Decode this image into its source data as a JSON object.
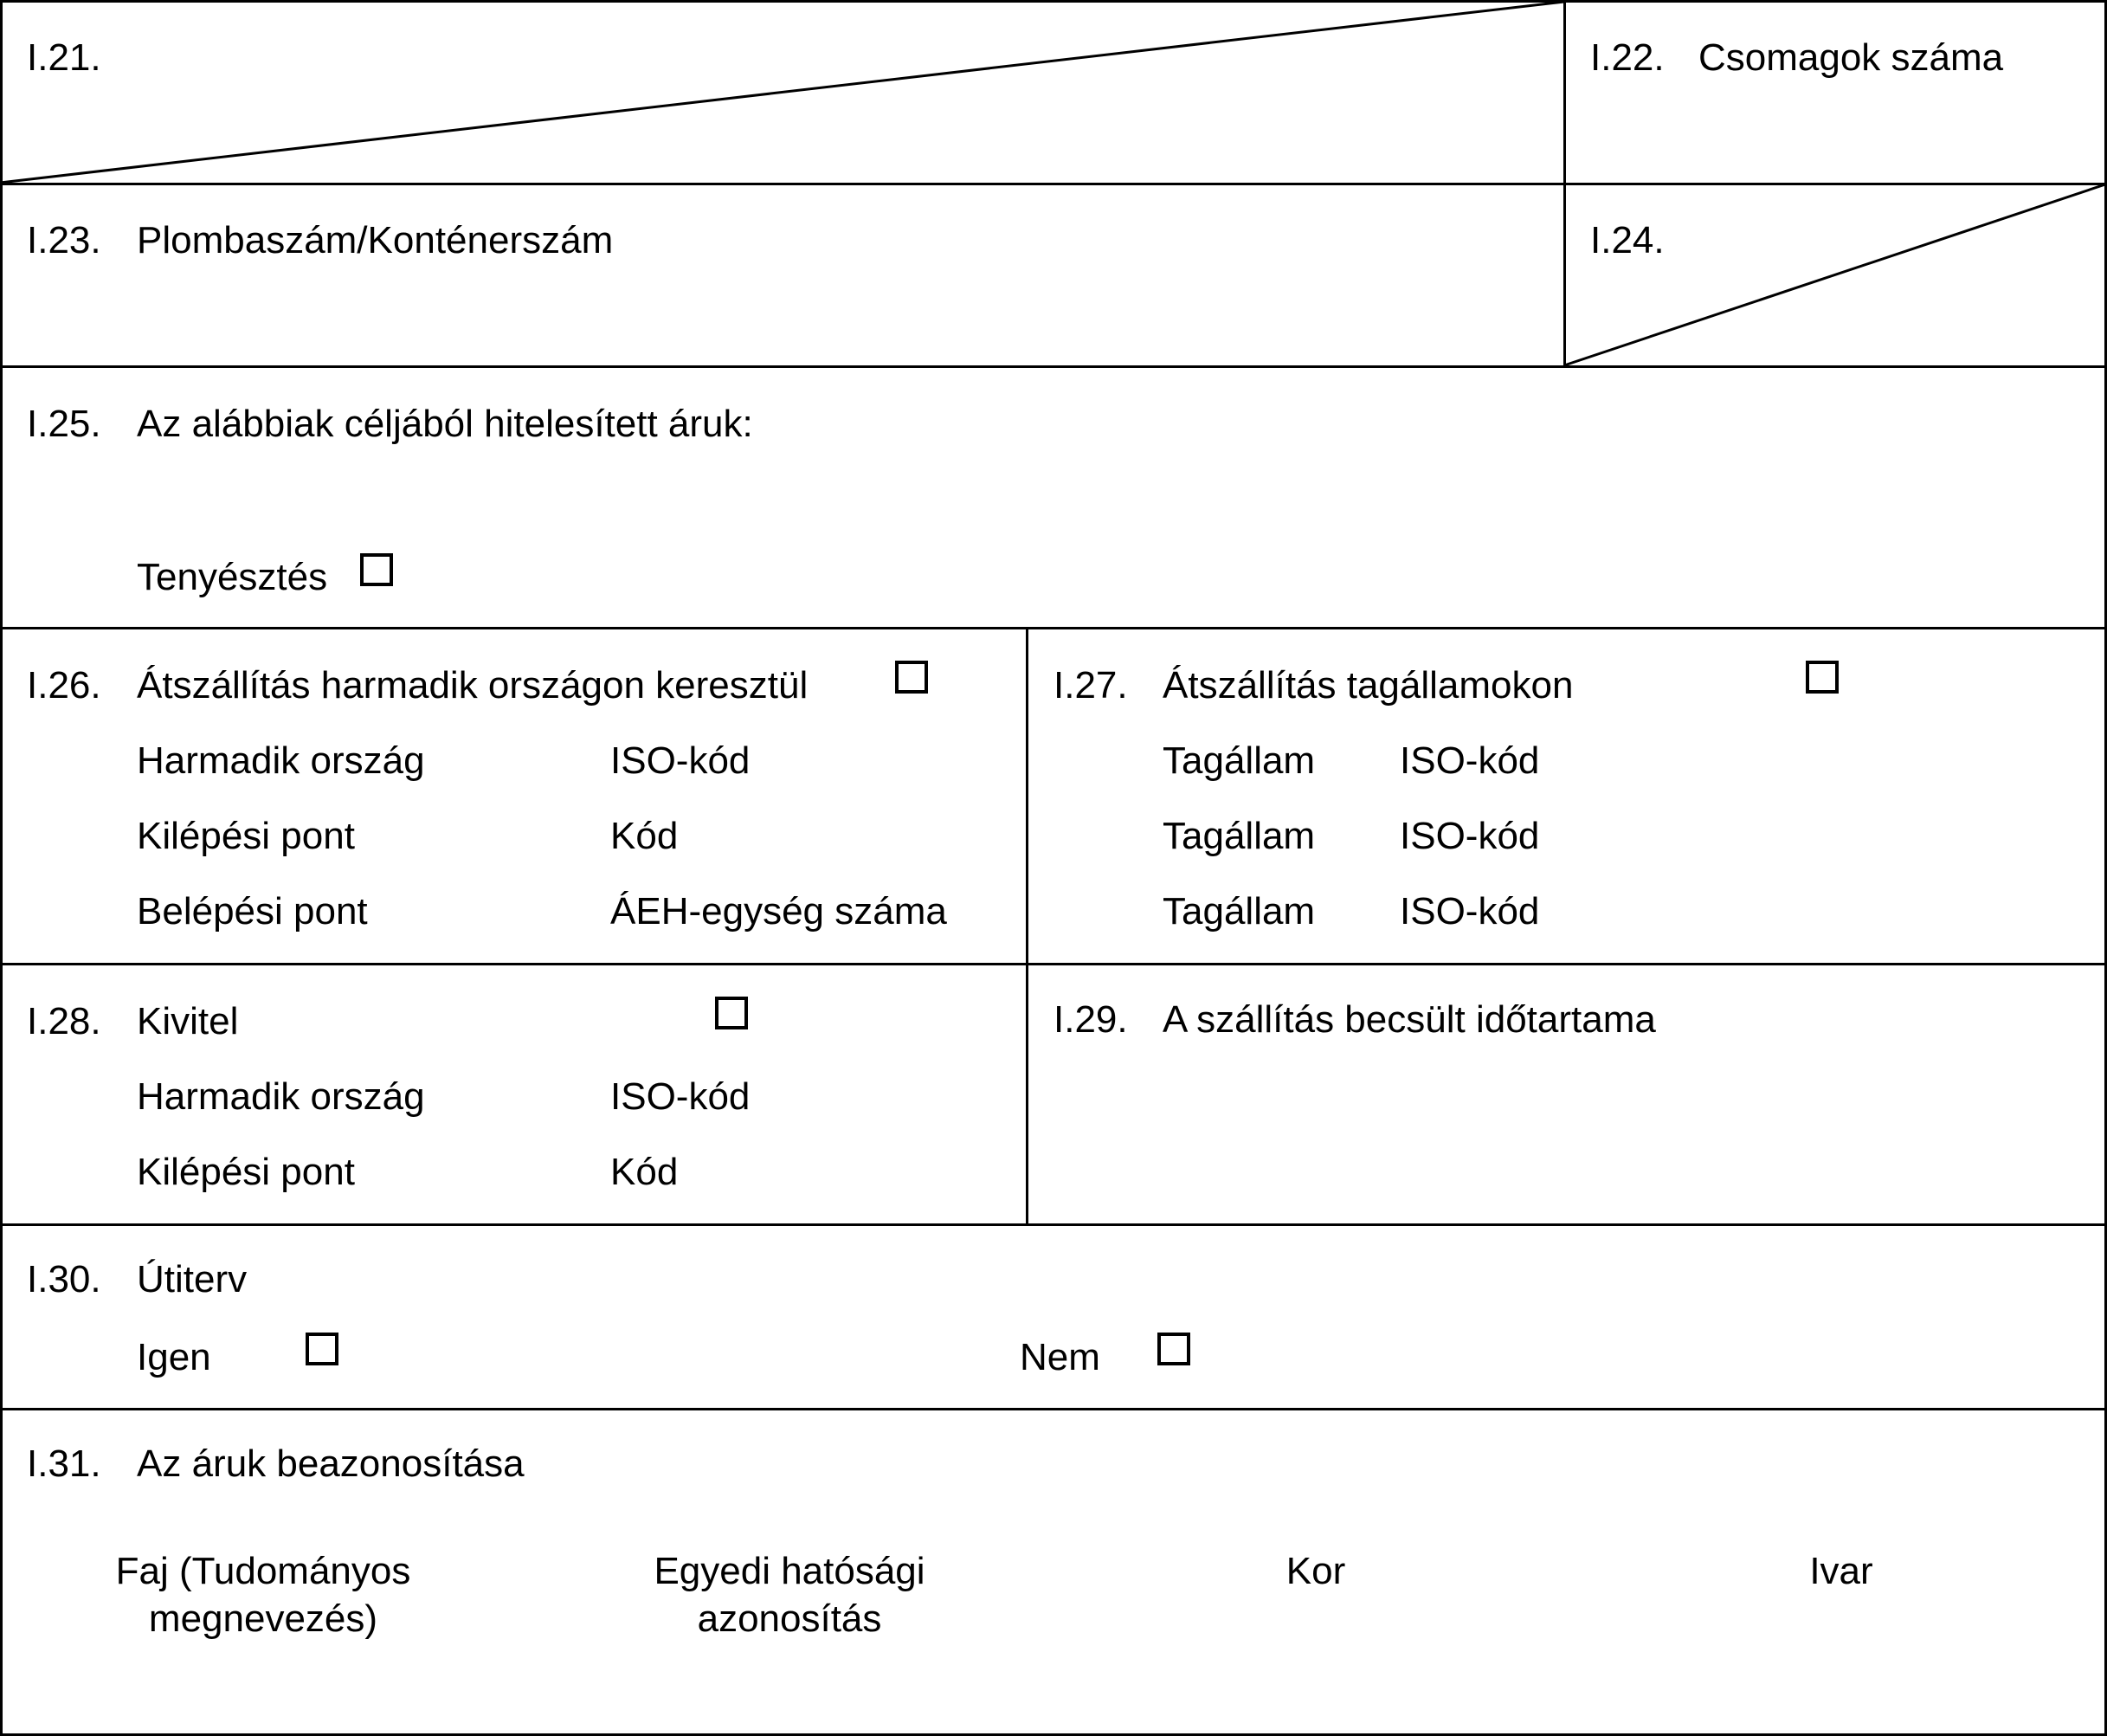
{
  "form": {
    "i21": {
      "num": "I.21."
    },
    "i22": {
      "num": "I.22.",
      "label": "Csomagok száma"
    },
    "i23": {
      "num": "I.23.",
      "label": "Plombaszám/Konténerszám"
    },
    "i24": {
      "num": "I.24."
    },
    "i25": {
      "num": "I.25.",
      "label": "Az alábbiak céljából hitelesített áruk:",
      "option": "Tenyésztés"
    },
    "i26": {
      "num": "I.26.",
      "label": "Átszállítás harmadik országon keresztül",
      "rows": [
        {
          "left": "Harmadik ország",
          "right": "ISO-kód"
        },
        {
          "left": "Kilépési pont",
          "right": "Kód"
        },
        {
          "left": "Belépési pont",
          "right": "ÁEH-egység száma"
        }
      ]
    },
    "i27": {
      "num": "I.27.",
      "label": "Átszállítás tagállamokon",
      "rows": [
        {
          "left": "Tagállam",
          "right": "ISO-kód"
        },
        {
          "left": "Tagállam",
          "right": "ISO-kód"
        },
        {
          "left": "Tagállam",
          "right": "ISO-kód"
        }
      ]
    },
    "i28": {
      "num": "I.28.",
      "label": "Kivitel",
      "rows": [
        {
          "left": "Harmadik ország",
          "right": "ISO-kód"
        },
        {
          "left": "Kilépési pont",
          "right": "Kód"
        }
      ]
    },
    "i29": {
      "num": "I.29.",
      "label": "A szállítás becsült időtartama"
    },
    "i30": {
      "num": "I.30.",
      "label": "Útiterv",
      "yes": "Igen",
      "no": "Nem"
    },
    "i31": {
      "num": "I.31.",
      "label": "Az áruk beazonosítása",
      "columns": [
        {
          "line1": "Faj (Tudományos",
          "line2": "megnevezés)"
        },
        {
          "line1": "Egyedi hatósági",
          "line2": "azonosítás"
        },
        {
          "line1": "Kor",
          "line2": ""
        },
        {
          "line1": "Ivar",
          "line2": ""
        }
      ]
    }
  }
}
